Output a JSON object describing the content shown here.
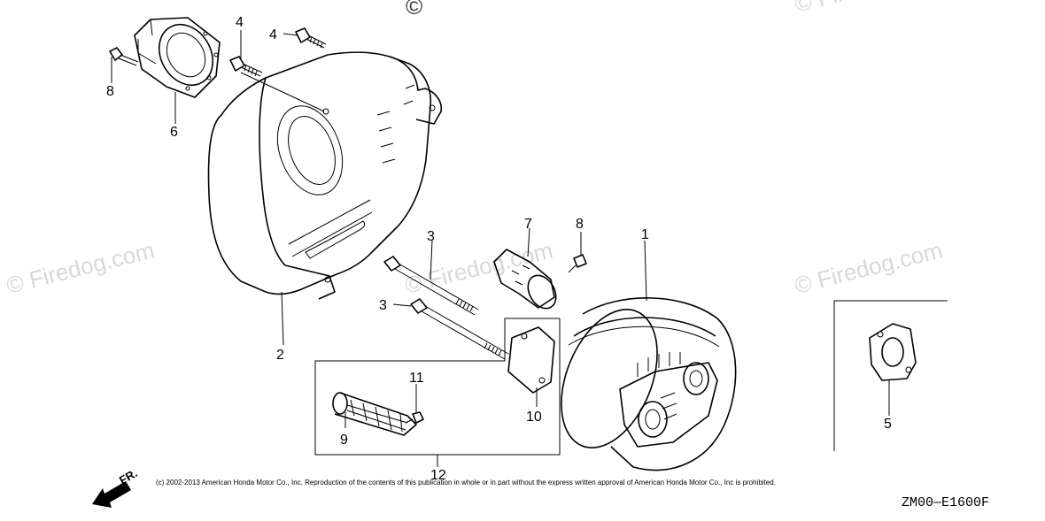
{
  "watermarks": [
    "© Firedog.com",
    "© Firedog.com",
    "© Firedog.com",
    "© Firedog.com",
    "©"
  ],
  "callouts": {
    "c1": "1",
    "c2": "2",
    "c3a": "3",
    "c3b": "3",
    "c4a": "4",
    "c4b": "4",
    "c5": "5",
    "c6": "6",
    "c7": "7",
    "c8a": "8",
    "c8b": "8",
    "c9": "9",
    "c10": "10",
    "c11": "11",
    "c12": "12"
  },
  "direction_label": "FR.",
  "copyright": "(c) 2002-2013 American Honda Motor Co., Inc. Reproduction of the contents of this publication in whole or in part without the express written approval of American Honda Motor Co., Inc is prohibited.",
  "diagram_code": "ZM00—E1600F"
}
